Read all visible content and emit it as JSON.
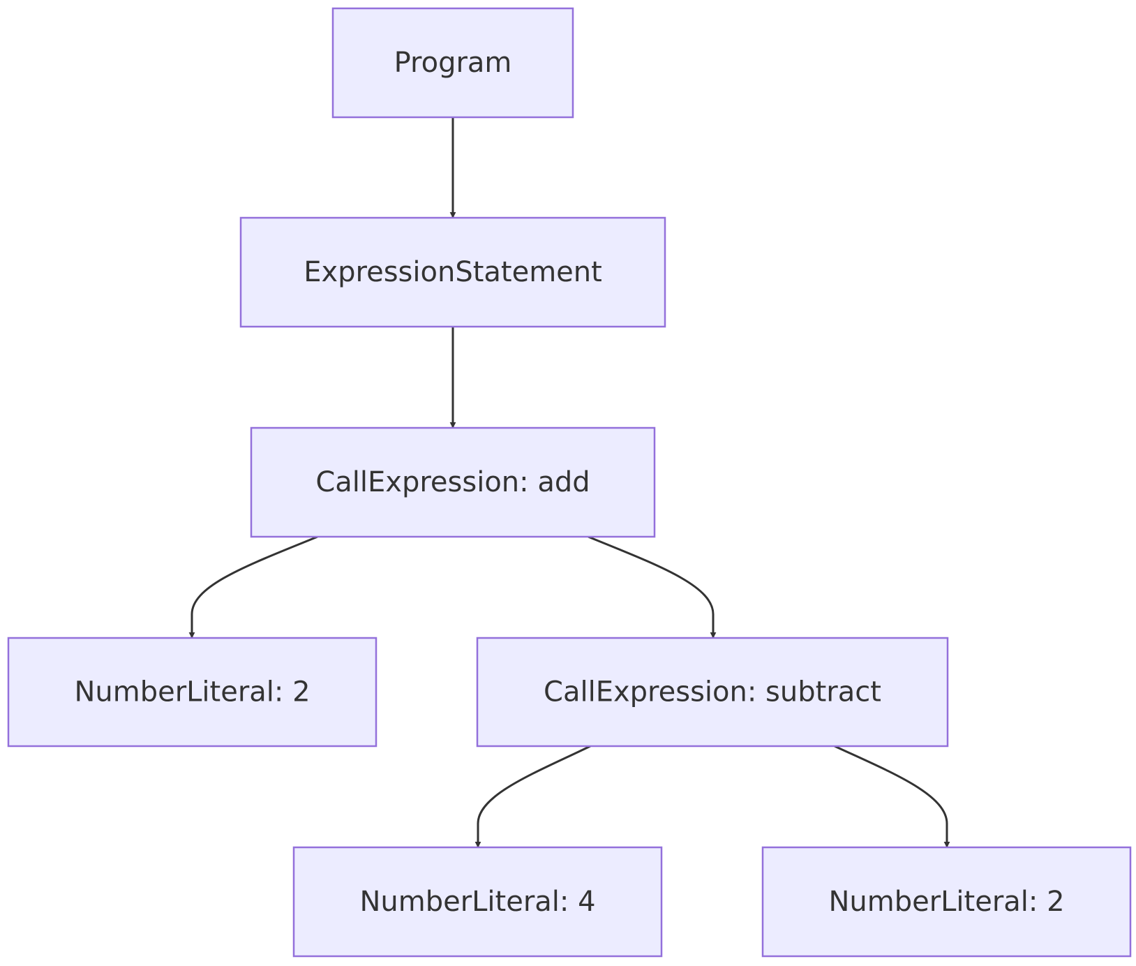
{
  "colors": {
    "node_fill": "#ECECFF",
    "node_border": "#9370DB",
    "edge": "#333333",
    "text": "#333333",
    "background": "#ffffff"
  },
  "nodes": [
    {
      "id": "program",
      "label": "Program"
    },
    {
      "id": "expression-statement",
      "label": "ExpressionStatement"
    },
    {
      "id": "call-expression-add",
      "label": "CallExpression: add"
    },
    {
      "id": "number-literal-2-left",
      "label": "NumberLiteral: 2"
    },
    {
      "id": "call-expression-subtract",
      "label": "CallExpression: subtract"
    },
    {
      "id": "number-literal-4",
      "label": "NumberLiteral: 4"
    },
    {
      "id": "number-literal-2-right",
      "label": "NumberLiteral: 2"
    }
  ],
  "edges": [
    {
      "from": "program",
      "to": "expression-statement"
    },
    {
      "from": "expression-statement",
      "to": "call-expression-add"
    },
    {
      "from": "call-expression-add",
      "to": "number-literal-2-left"
    },
    {
      "from": "call-expression-add",
      "to": "call-expression-subtract"
    },
    {
      "from": "call-expression-subtract",
      "to": "number-literal-4"
    },
    {
      "from": "call-expression-subtract",
      "to": "number-literal-2-right"
    }
  ]
}
